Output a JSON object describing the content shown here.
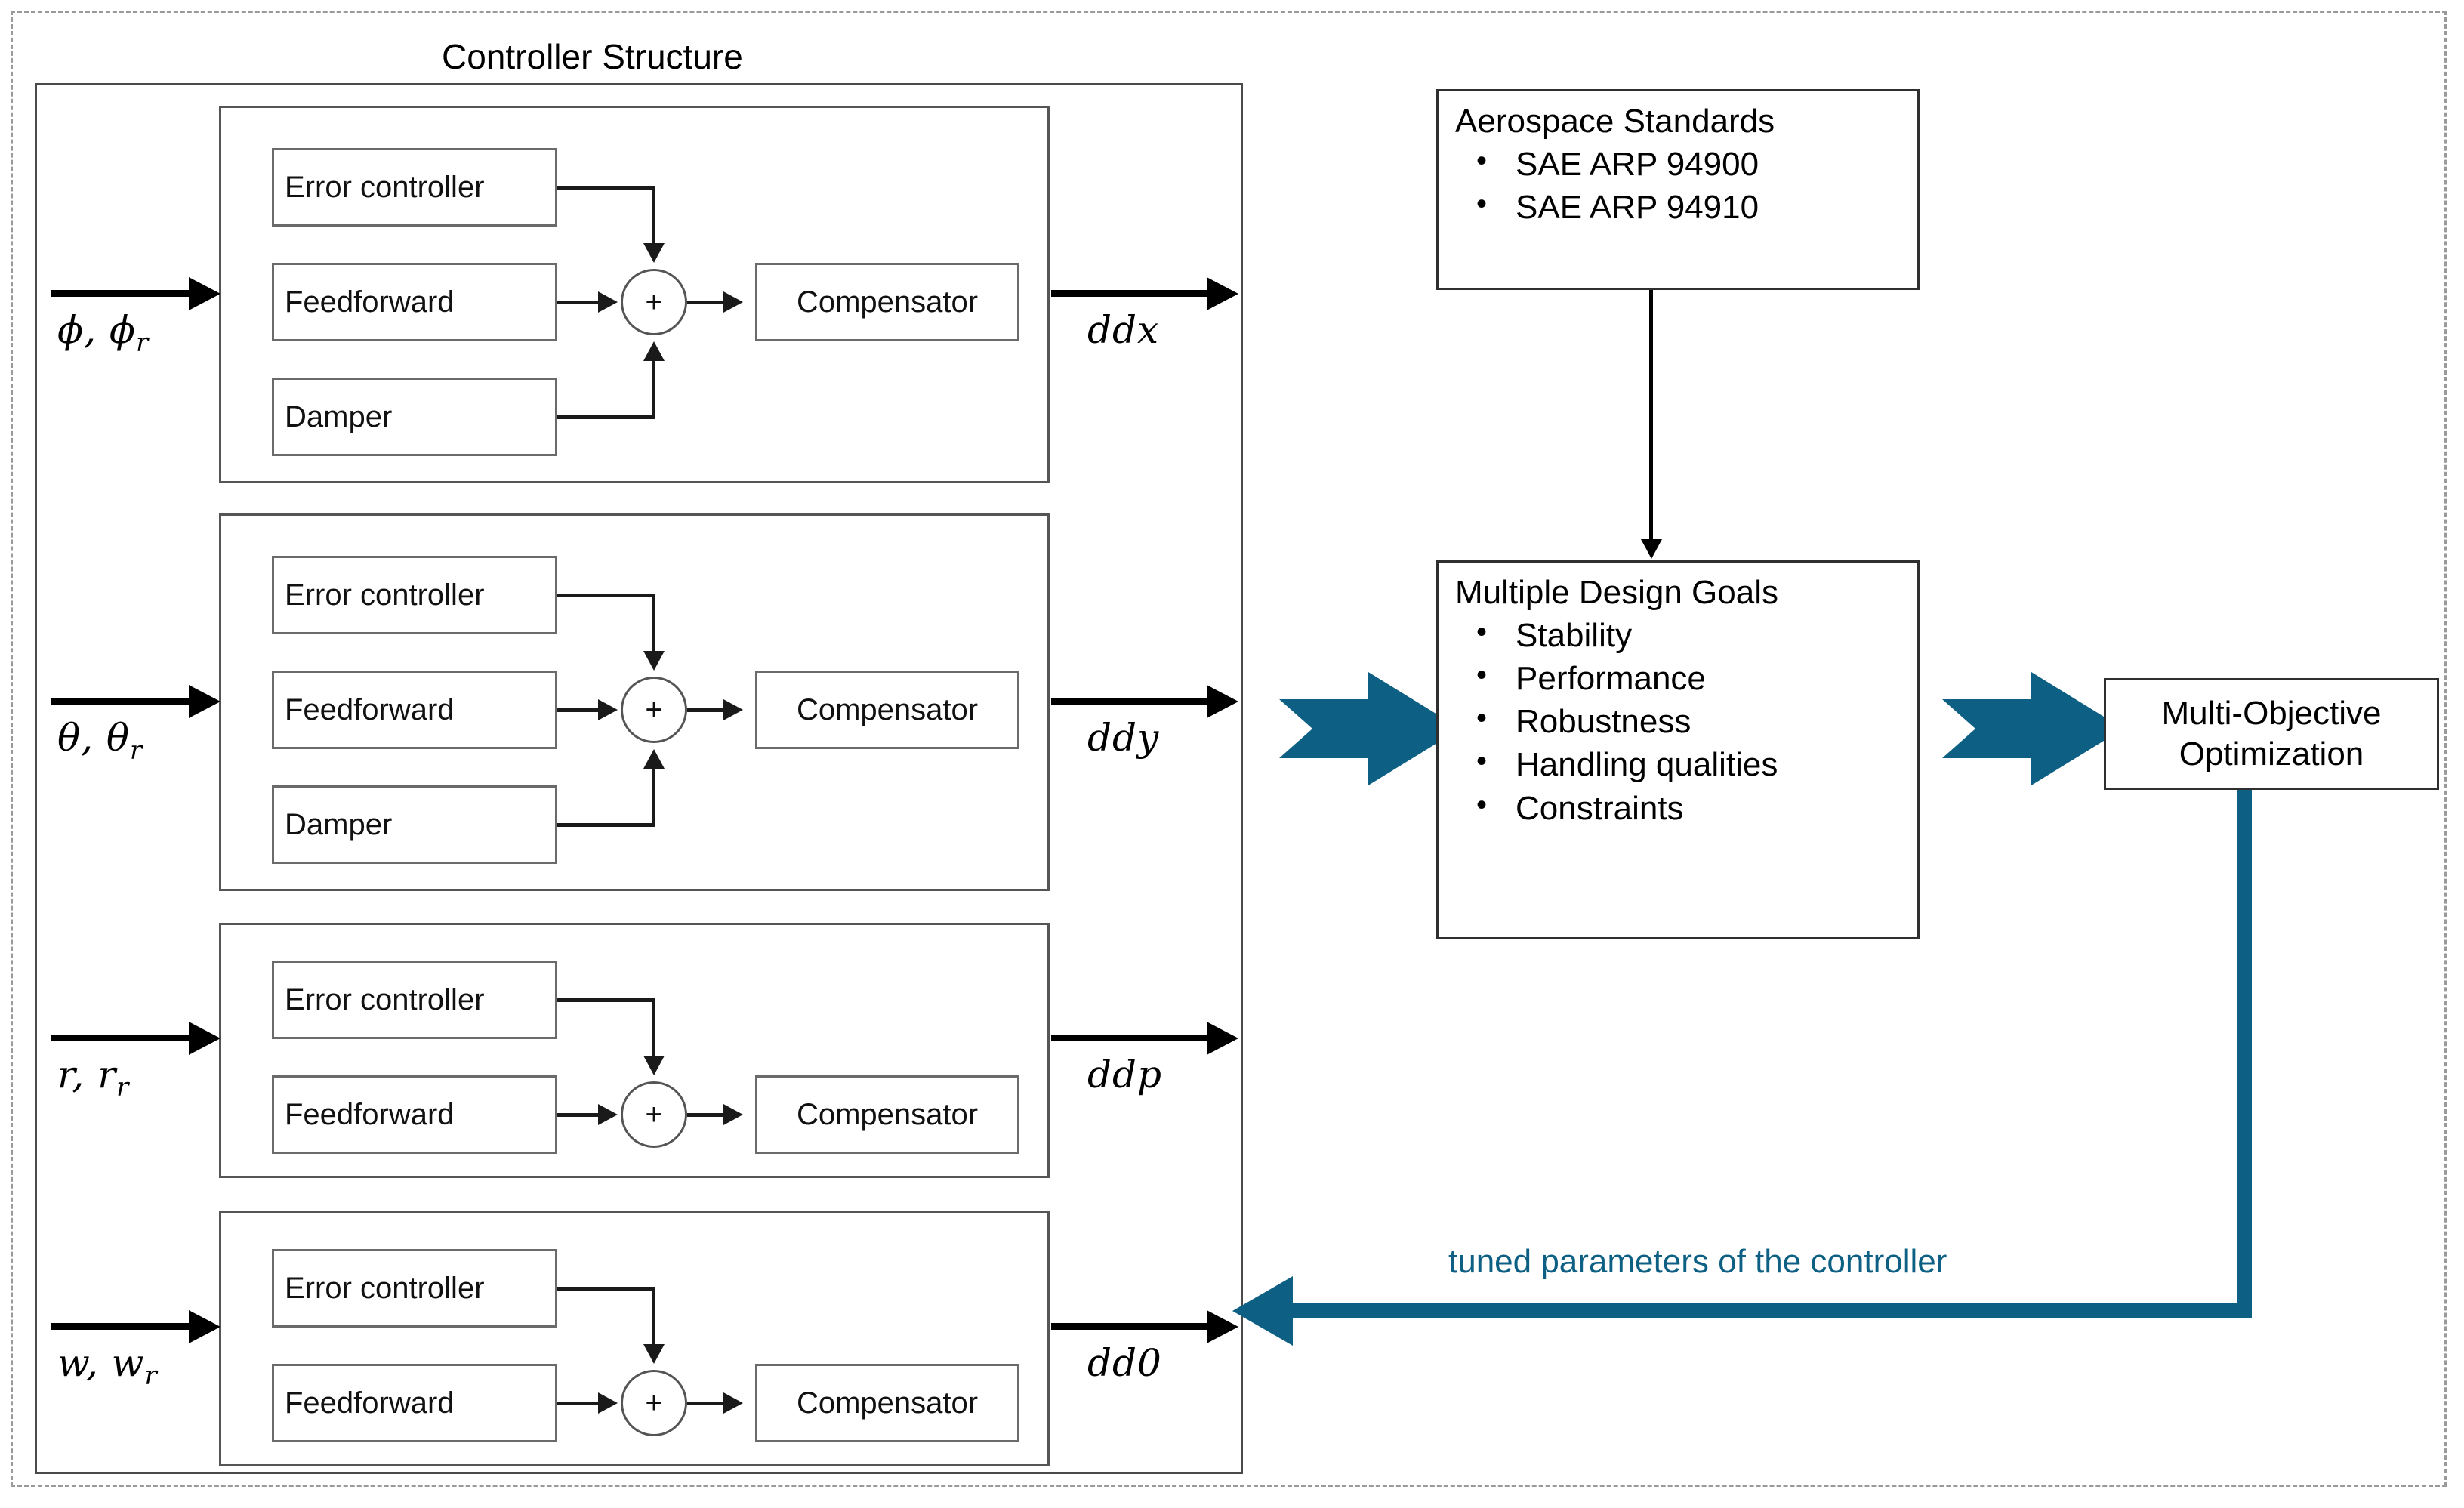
{
  "diagram": {
    "title": "Controller Structure",
    "channels": [
      {
        "input_label": "ϕ, ϕ",
        "input_sub": "r",
        "output_label": "ddx",
        "blocks": [
          "Error controller",
          "Feedforward",
          "Damper"
        ],
        "sum_symbol": "+",
        "compensator": "Compensator",
        "has_damper": true
      },
      {
        "input_label": "θ, θ",
        "input_sub": "r",
        "output_label": "ddy",
        "blocks": [
          "Error controller",
          "Feedforward",
          "Damper"
        ],
        "sum_symbol": "+",
        "compensator": "Compensator",
        "has_damper": true
      },
      {
        "input_label": "r, r",
        "input_sub": "r",
        "output_label": "ddp",
        "blocks": [
          "Error controller",
          "Feedforward"
        ],
        "sum_symbol": "+",
        "compensator": "Compensator",
        "has_damper": false
      },
      {
        "input_label": "w, w",
        "input_sub": "r",
        "output_label": "dd0",
        "blocks": [
          "Error controller",
          "Feedforward"
        ],
        "sum_symbol": "+",
        "compensator": "Compensator",
        "has_damper": false
      }
    ],
    "standards": {
      "heading": "Aerospace Standards",
      "items": [
        "SAE ARP 94900",
        "SAE ARP 94910"
      ]
    },
    "design_goals": {
      "heading": "Multiple Design Goals",
      "items": [
        "Stability",
        "Performance",
        "Robustness",
        "Handling qualities",
        "Constraints"
      ]
    },
    "optimization": {
      "line1": "Multi-Objective",
      "line2": "Optimization"
    },
    "feedback": {
      "label": "tuned parameters of the controller"
    },
    "colors": {
      "accent_teal": "#0d6084",
      "line_black": "#1a1a1a",
      "border_gray": "#4a4a4a",
      "dashed_gray": "#9a9a9a"
    }
  }
}
